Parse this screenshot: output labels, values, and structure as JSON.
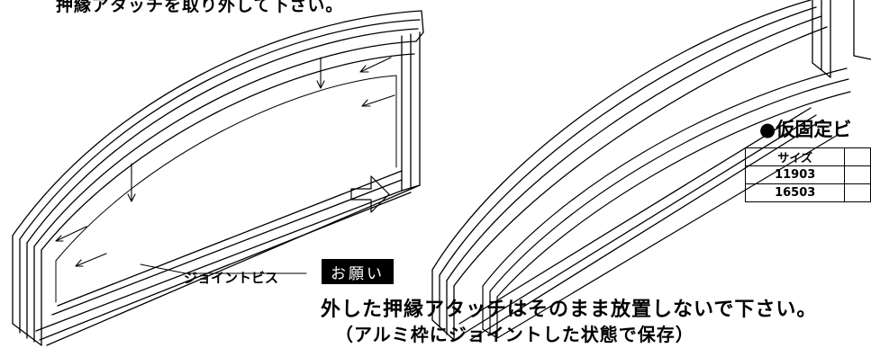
{
  "instructions": {
    "top_note": "押縁アタッチを取り外して下さい。",
    "joint_label": "ジョイントビス",
    "notice_badge": "お願い",
    "notice_line1": "外した押縁アタッチはそのまま放置しないで下さい。",
    "notice_line2": "（アルミ枠にジョイントした状態で保存）"
  },
  "temp_screw_table": {
    "title": "●仮固定ビ",
    "header": "サイズ",
    "rows": [
      "11903",
      "16503"
    ]
  },
  "colors": {
    "line": "#000000",
    "background": "#ffffff"
  }
}
